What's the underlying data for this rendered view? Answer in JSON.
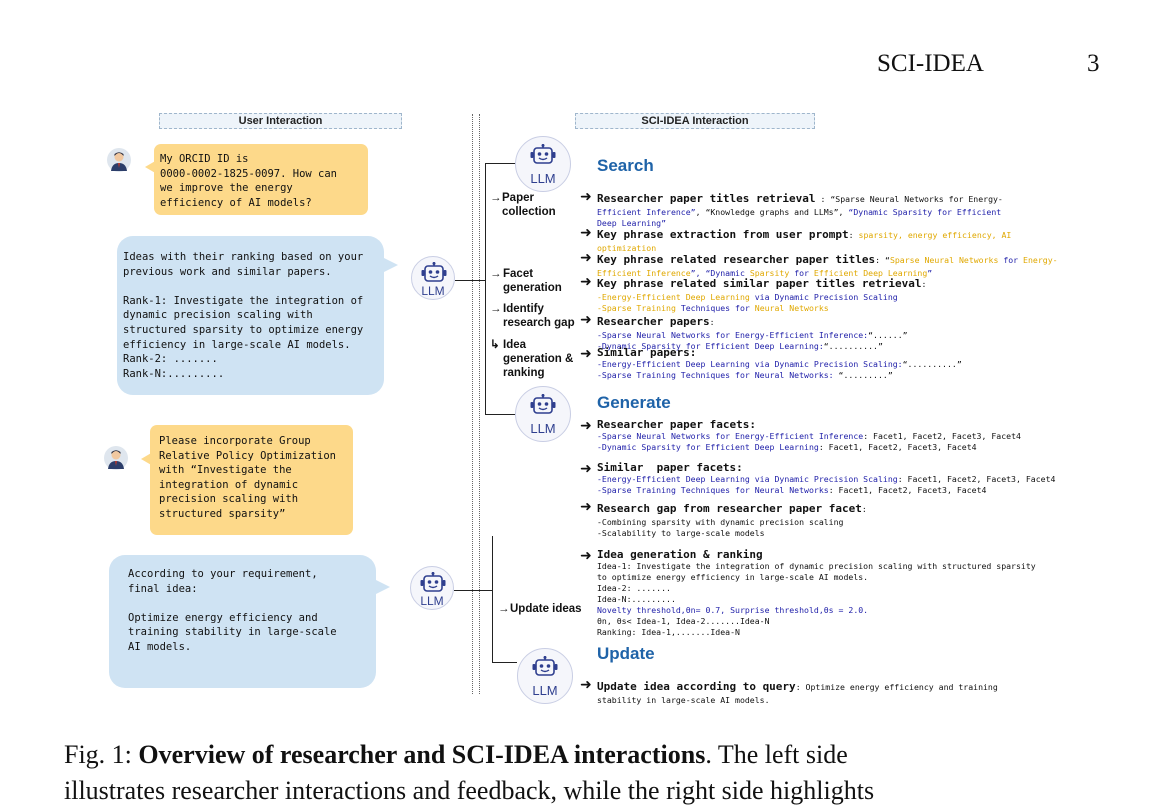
{
  "header": {
    "title": "SCI-IDEA",
    "page": "3"
  },
  "left": {
    "section_title": "User Interaction",
    "bubble1": "My ORCID ID is\n0000-0002-1825-0097. How can\nwe improve the energy\nefficiency of AI models?",
    "bubble2": "Ideas with their ranking based on your\nprevious work and similar papers.\n\nRank-1: Investigate the integration of\ndynamic precision scaling with\nstructured sparsity to optimize energy\nefficiency in large-scale AI models.\nRank-2: .......\nRank-N:.........",
    "bubble3": "Please incorporate Group\nRelative Policy Optimization\nwith “Investigate the\nintegration of dynamic\nprecision scaling with\nstructured sparsity”",
    "bubble4": "According to your requirement,\nfinal idea:\n\nOptimize energy efficiency and\ntraining stability in large-scale\nAI models."
  },
  "llm_label": "LLM",
  "right": {
    "section_title": "SCI-IDEA Interaction",
    "steps": {
      "paper_collection": "Paper\ncollection",
      "facet_generation": "Facet\ngeneration",
      "identify_gap": "Identify\nresearch gap",
      "idea_gen": "Idea\ngeneration &\nranking",
      "update_ideas": "Update ideas"
    },
    "search": {
      "title": "Search",
      "i1_title": "Researcher paper titles retrieval",
      "i1_l1a": " : “Sparse Neural Networks for Energy-",
      "i1_l2a": "Efficient Inference”",
      "i1_l2b": ", “Knowledge graphs and LLMs”, ",
      "i1_l2c": "“Dynamic Sparsity for Efficient",
      "i1_l3": "Deep Learning”",
      "i2_title": "Key phrase extraction from user prompt",
      "i2_l1a": ": ",
      "i2_l1b": "sparsity, energy efficiency, AI",
      "i2_l2": "optimization",
      "i3_title": "Key phrase related researcher paper titles",
      "i3_l1a": ": “",
      "i3_l1b": "Sparse Neural Networks ",
      "i3_l1c": "for ",
      "i3_l1d": "Energy-",
      "i3_l2a": "Efficient Inference",
      "i3_l2b": "”, “Dynamic ",
      "i3_l2c": "Sparsity ",
      "i3_l2d": "for ",
      "i3_l2e": "Efficient Deep Learning",
      "i3_l2f": "”",
      "i4_title": "Key phrase related similar paper titles retrieval",
      "i4_colon": ":",
      "i4_l1a": "-Energy-Efficient Deep Learning ",
      "i4_l1b": "via Dynamic Precision Scaling",
      "i4_l2a": "-Sparse Training ",
      "i4_l2b": "Techniques for ",
      "i4_l2c": "Neural Networks",
      "i5_title": "Researcher papers",
      "i5_colon": ":",
      "i5_l1": "-Sparse Neural Networks for Energy-Efficient Inference:",
      "i5_l1b": "“......”",
      "i5_l2": "-Dynamic Sparsity for Efficient Deep Learning:",
      "i5_l2b": "“..........”",
      "i6_title": "Similar papers:",
      "i6_l1": "-Energy-Efficient Deep Learning via Dynamic Precision Scaling:",
      "i6_l1b": "“..........”",
      "i6_l2": "-Sparse Training Techniques for Neural Networks: ",
      "i6_l2b": "“.........”"
    },
    "generate": {
      "title": "Generate",
      "g1_title": "Researcher paper facets:",
      "g1_l1a": "-Sparse Neural Networks for Energy-Efficient Inference",
      "g1_l1b": ": Facet1, Facet2, Facet3, Facet4",
      "g1_l2a": "-Dynamic Sparsity for Efficient Deep Learning",
      "g1_l2b": ": Facet1, Facet2, Facet3, Facet4",
      "g2_title": "Similar  paper facets:",
      "g2_l1a": "-Energy-Efficient Deep Learning via Dynamic Precision Scaling",
      "g2_l1b": ": Facet1, Facet2, Facet3, Facet4",
      "g2_l2a": "-Sparse Training Techniques for Neural Networks",
      "g2_l2b": ": Facet1, Facet2, Facet3, Facet4",
      "g3_title": "Research gap from researcher paper facet",
      "g3_colon": ":",
      "g3_l1": "-Combining sparsity with dynamic precision scaling",
      "g3_l2": "-Scalability to large-scale models",
      "g4_title": "Idea generation & ranking",
      "g4_l1": "Idea-1: Investigate the integration of dynamic precision scaling with structured sparsity",
      "g4_l2": "to optimize energy efficiency in large-scale AI models.",
      "g4_l3": "Idea-2: .......",
      "g4_l4": "Idea-N:.........",
      "g4_l5": "Novelty threshold,θn= 0.7, Surprise threshold,θs = 2.0.",
      "g4_l6": "θn, θs< Idea-1, Idea-2.......Idea-N",
      "g4_l7": "Ranking: Idea-1,.......Idea-N"
    },
    "update": {
      "title": "Update",
      "u1_title": "Update idea according to query",
      "u1_l1": ": Optimize energy efficiency and training",
      "u1_l2": "stability in large-scale AI models."
    }
  },
  "caption": {
    "prefix": "Fig. 1: ",
    "bold": "Overview of researcher and SCI-IDEA interactions",
    "rest": ". The left side",
    "line2": "illustrates researcher interactions and feedback, while the right side highlights"
  },
  "colors": {
    "yellow_bubble": "#fdd98a",
    "blue_bubble": "#cfe3f3",
    "section_blue": "#1f63a8"
  }
}
